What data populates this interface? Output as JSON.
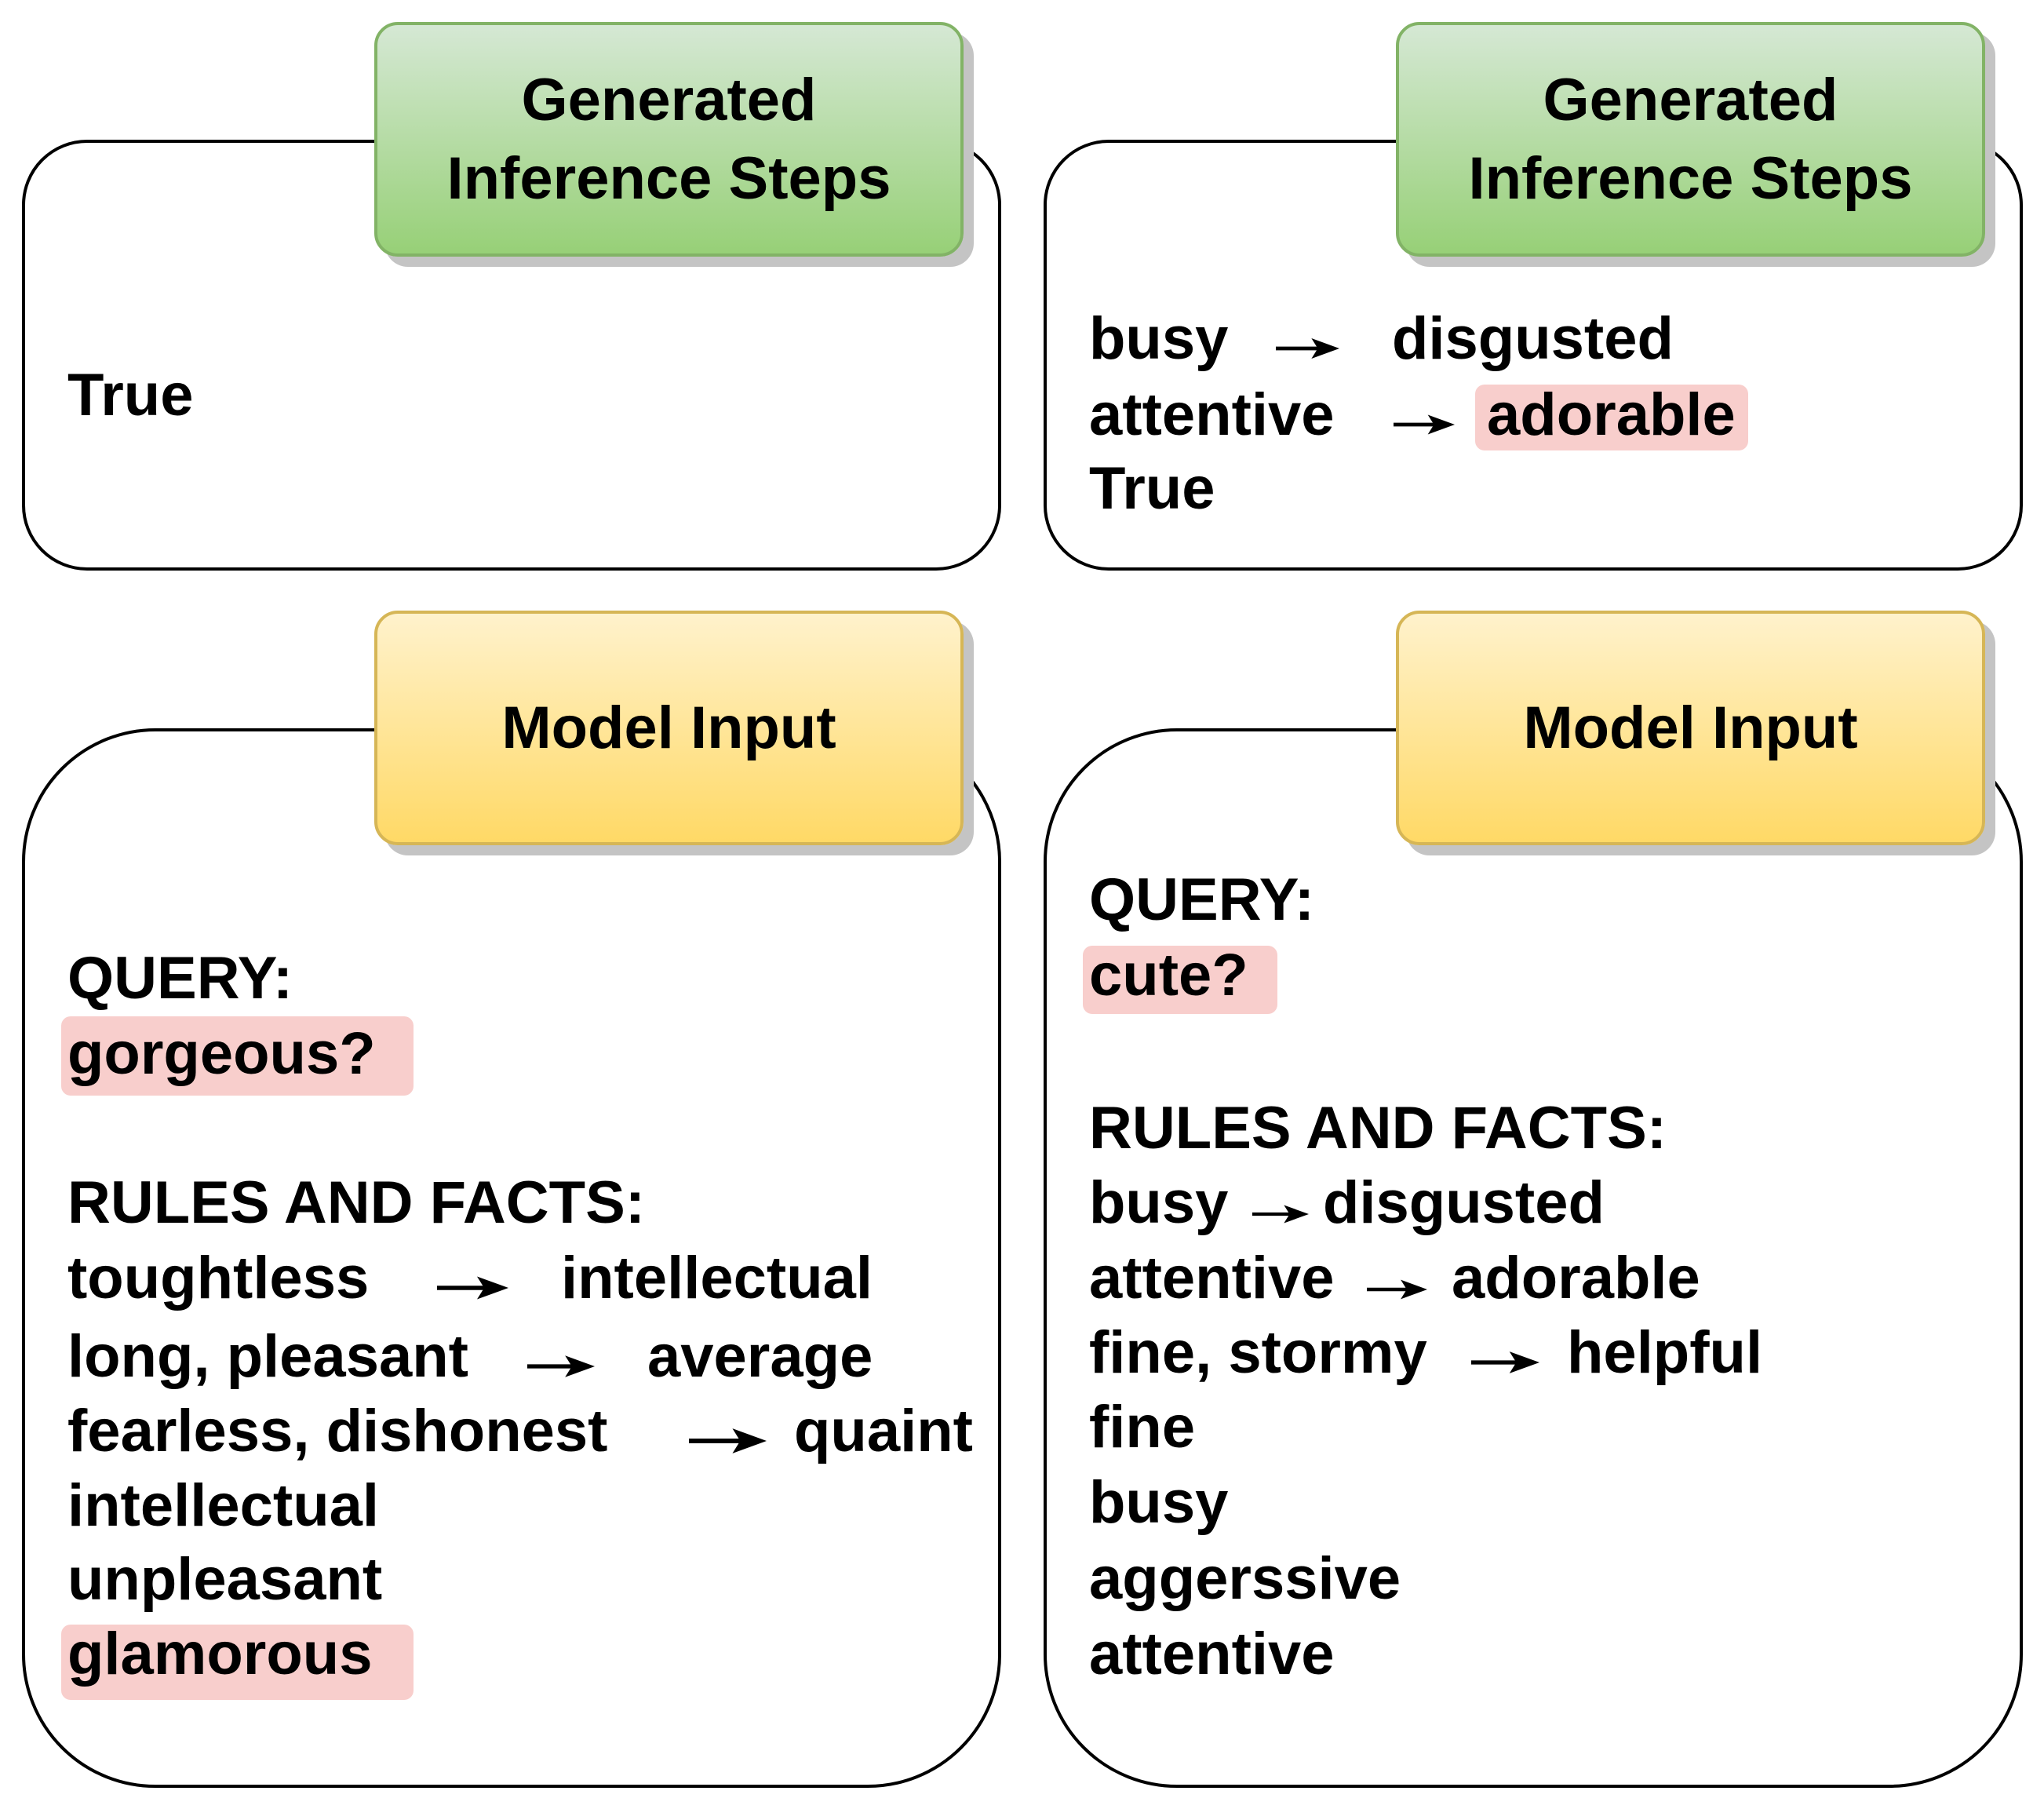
{
  "panels": {
    "left": {
      "output_header": [
        "Generated",
        "Inference Steps"
      ],
      "output": [
        "True"
      ],
      "input_header": "Model Input",
      "query_label": "QUERY:",
      "query": "gorgeous?",
      "rules_label": "RULES AND FACTS:",
      "rules": [
        {
          "lhs": "toughtless",
          "rhs": "intellectual"
        },
        {
          "lhs": "long, pleasant",
          "rhs": "average"
        },
        {
          "lhs": "fearless, dishonest",
          "rhs": "quaint"
        }
      ],
      "facts": [
        "intellectual",
        "unpleasant",
        "glamorous"
      ]
    },
    "right": {
      "output_header": [
        "Generated",
        "Inference Steps"
      ],
      "output_rules": [
        {
          "lhs": "busy",
          "rhs": "disgusted"
        },
        {
          "lhs": "attentive",
          "rhs": "adorable"
        }
      ],
      "output_final": "True",
      "input_header": "Model Input",
      "query_label": "QUERY:",
      "query": "cute?",
      "rules_label": "RULES AND FACTS:",
      "rules": [
        {
          "lhs": "busy",
          "rhs": "disgusted"
        },
        {
          "lhs": "attentive",
          "rhs": "adorable"
        },
        {
          "lhs": "fine, stormy",
          "rhs": "helpful"
        }
      ],
      "facts": [
        "fine",
        "busy",
        "aggerssive",
        "attentive"
      ]
    }
  },
  "colors": {
    "highlight": "#f8cecc",
    "output_header": "#97d077",
    "input_header": "#ffd966"
  }
}
